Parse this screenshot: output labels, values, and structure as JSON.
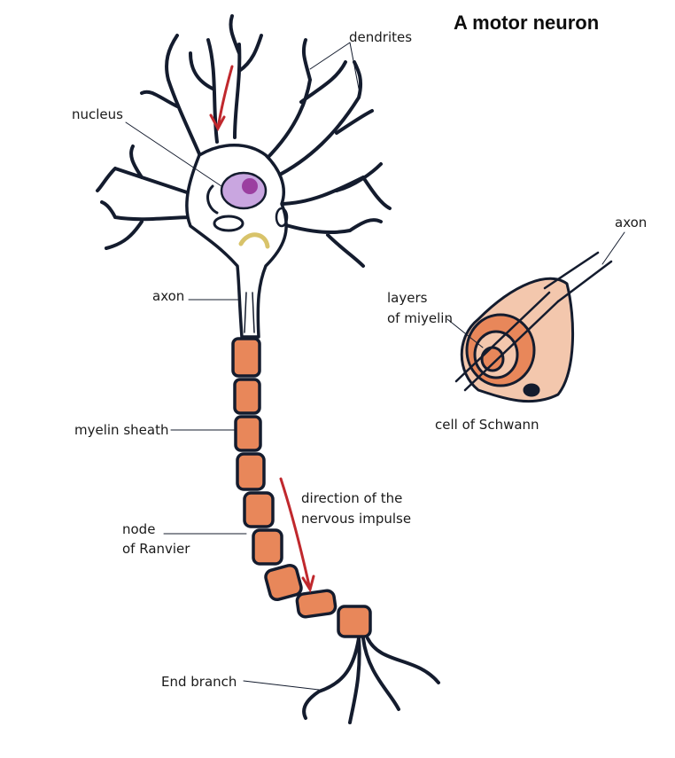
{
  "title": "A motor neuron",
  "labels": {
    "dendrites": "dendrites",
    "nucleus": "nucleus",
    "axon_main": "axon",
    "myelin_sheath": "myelin sheath",
    "node_line1": "node",
    "node_line2": "of Ranvier",
    "direction_line1": "direction of the",
    "direction_line2": "nervous impulse",
    "end_branch": "End branch",
    "axon_inset": "axon",
    "layers_line1": "layers",
    "layers_line2": "of miyelin",
    "schwann": "cell of Schwann"
  },
  "colors": {
    "outline": "#141c2e",
    "myelin": "#e8875a",
    "myelin_light": "#f3c7ad",
    "nucleus": "#c9a6e0",
    "nucleolus": "#9b3fa0",
    "arrow": "#c0282d",
    "golgi": "#d8c36a"
  }
}
